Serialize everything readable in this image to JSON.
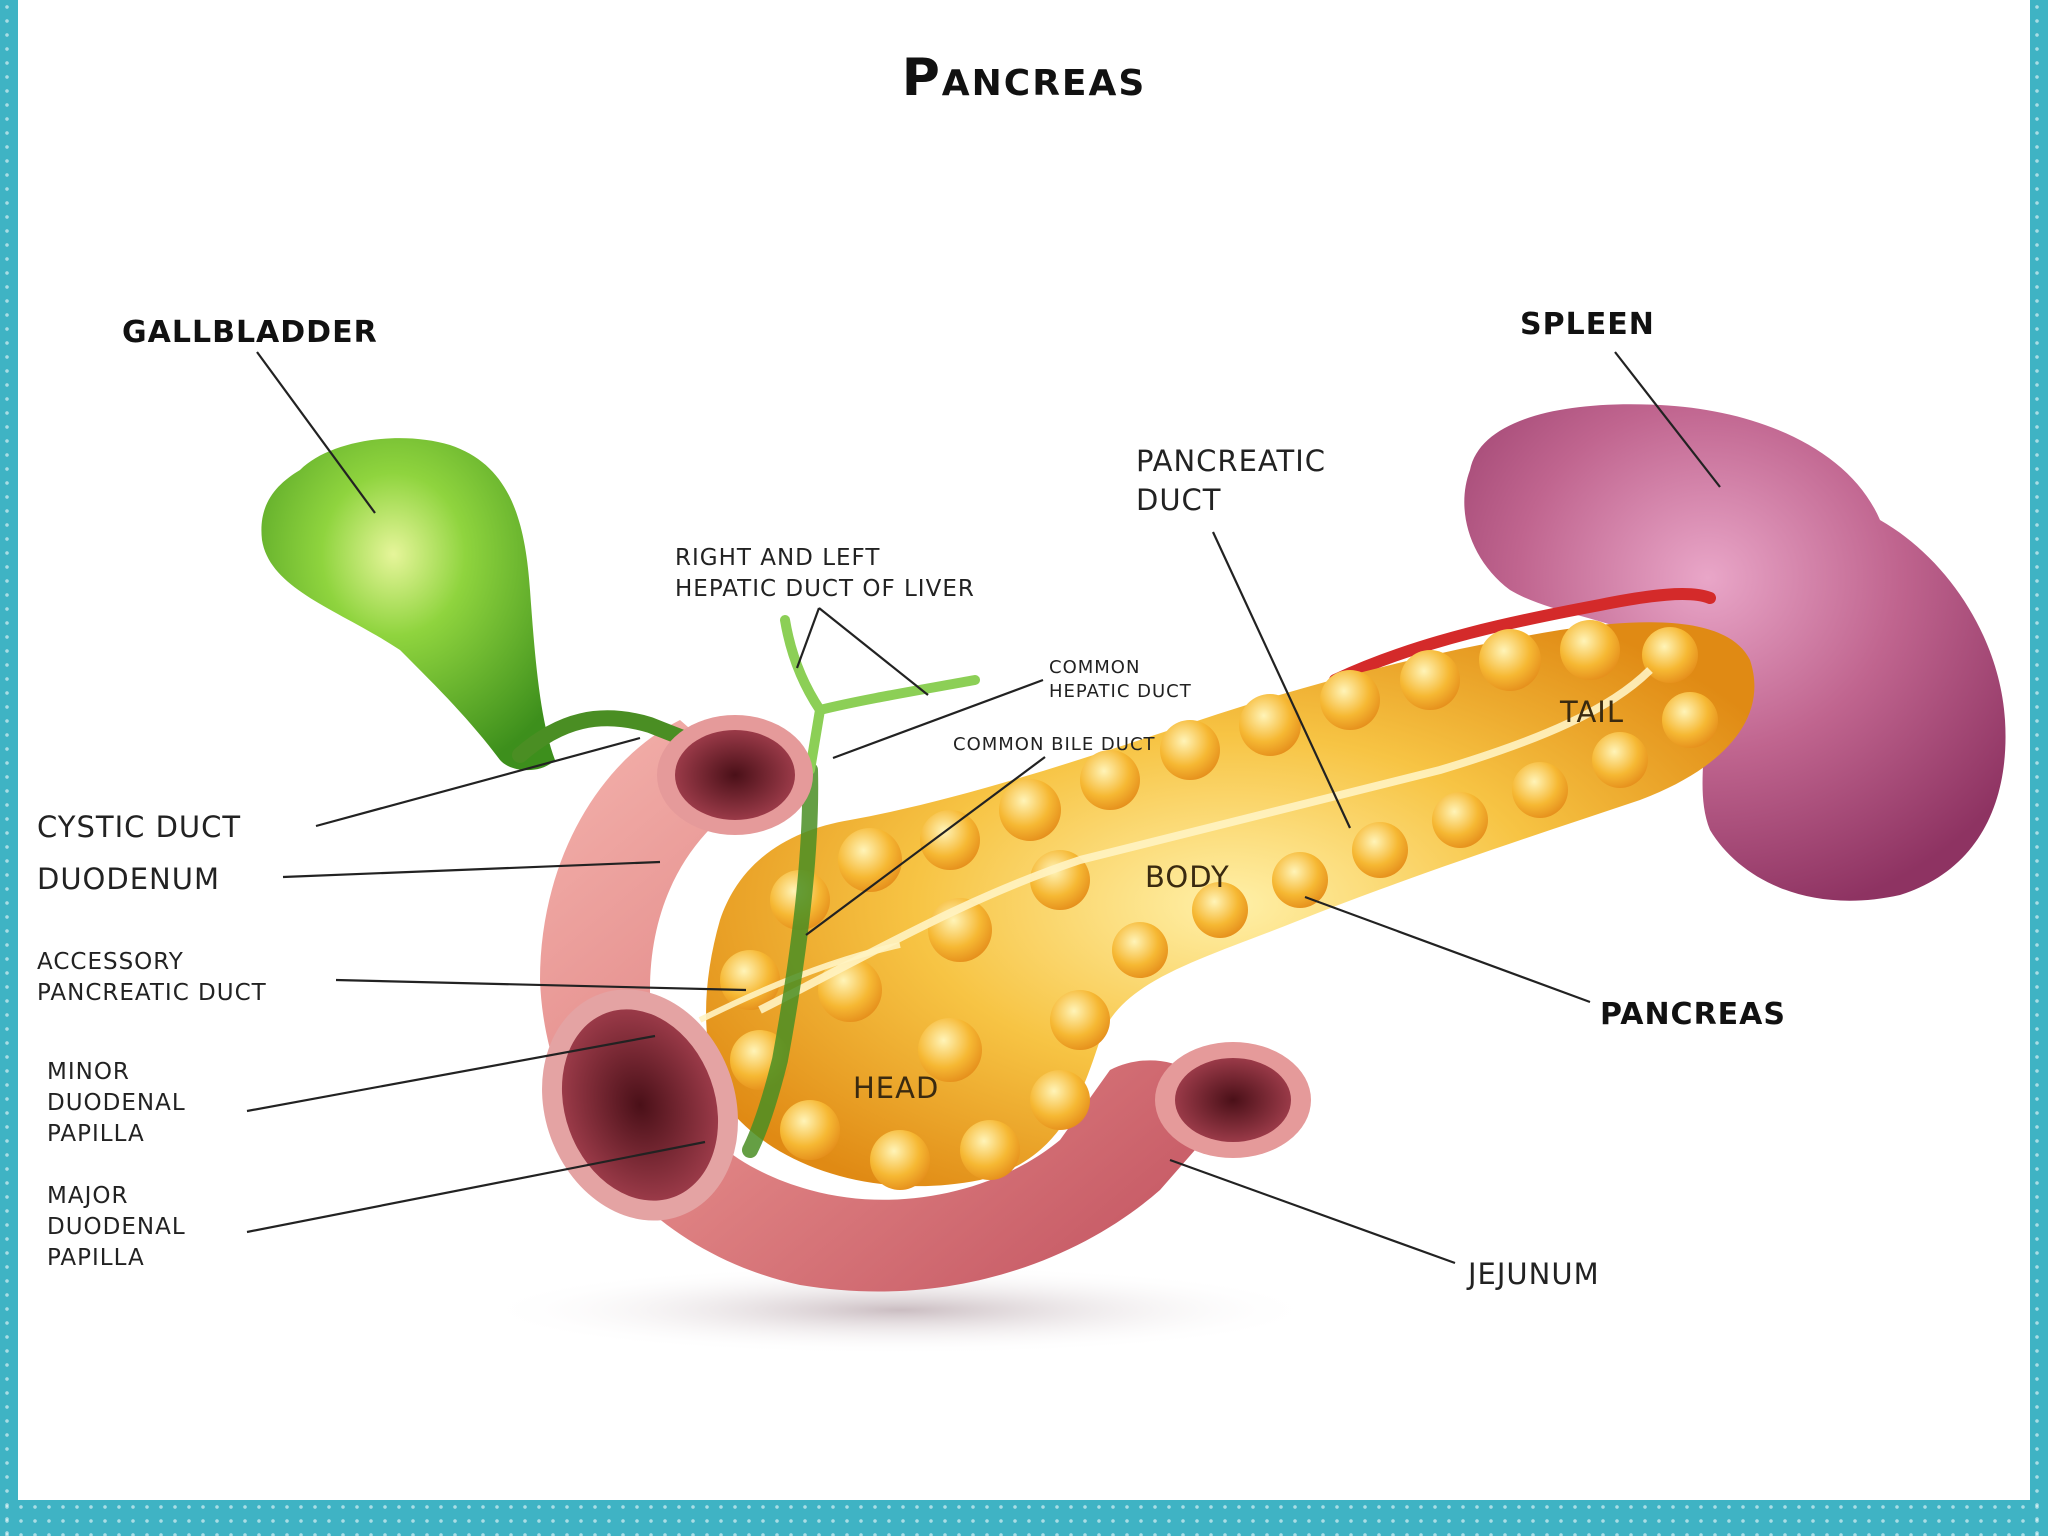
{
  "title": "Pancreas",
  "labels": {
    "gallbladder": "GALLBLADDER",
    "spleen": "SPLEEN",
    "pancreatic_duct": "PANCREATIC\nDUCT",
    "hepatic_ducts": "RIGHT AND LEFT\nHEPATIC DUCT OF LIVER",
    "common_hepatic_duct": "COMMON\nHEPATIC DUCT",
    "common_bile_duct": "COMMON BILE DUCT",
    "cystic_duct": "CYSTIC DUCT",
    "duodenum": "DUODENUM",
    "accessory_duct": "ACCESSORY\nPANCREATIC DUCT",
    "minor_papilla": "MINOR\nDUODENAL\nPAPILLA",
    "major_papilla": "MAJOR\nDUODENAL\nPAPILLA",
    "tail": "TAIL",
    "body": "BODY",
    "head": "HEAD",
    "pancreas": "PANCREAS",
    "jejunum": "JEJUNUM"
  },
  "colors": {
    "border": "#3fb3c4",
    "gallbladder": "#5fbf2e",
    "spleen": "#b5527f",
    "pancreas": "#f0a524",
    "duodenum": "#d9727a",
    "artery": "#d42a2a"
  }
}
